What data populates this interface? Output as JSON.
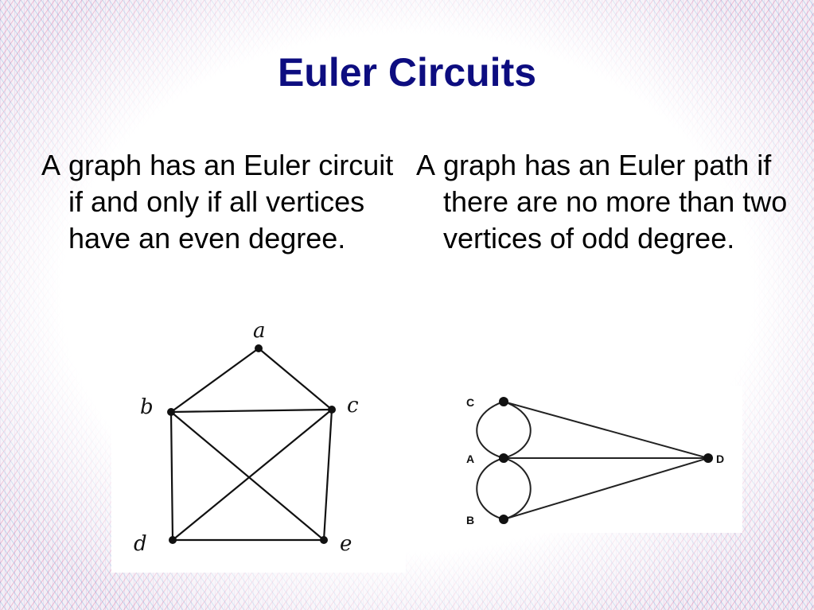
{
  "slide": {
    "title": "Euler Circuits",
    "left_bullet": {
      "lead": "A",
      "text": "graph has an Euler circuit if and only if all vertices have an even degree."
    },
    "right_bullet": {
      "lead": "A",
      "text": "graph has an Euler path if there are no more than two vertices of odd degree."
    }
  },
  "diagram_left": {
    "vertices": [
      "a",
      "b",
      "c",
      "d",
      "e"
    ],
    "edges": [
      [
        "a",
        "b"
      ],
      [
        "a",
        "c"
      ],
      [
        "b",
        "c"
      ],
      [
        "b",
        "d"
      ],
      [
        "b",
        "e"
      ],
      [
        "c",
        "d"
      ],
      [
        "c",
        "e"
      ],
      [
        "d",
        "e"
      ]
    ]
  },
  "diagram_right": {
    "vertices": [
      "C",
      "A",
      "B",
      "D"
    ],
    "edges": [
      [
        "C",
        "A"
      ],
      [
        "C",
        "A"
      ],
      [
        "A",
        "B"
      ],
      [
        "A",
        "B"
      ],
      [
        "C",
        "D"
      ],
      [
        "A",
        "D"
      ],
      [
        "B",
        "D"
      ]
    ]
  },
  "colors": {
    "title": "#0d0d80",
    "text": "#000000",
    "pattern_pink": "#e06a9a",
    "pattern_blue": "#5aa8d8"
  }
}
